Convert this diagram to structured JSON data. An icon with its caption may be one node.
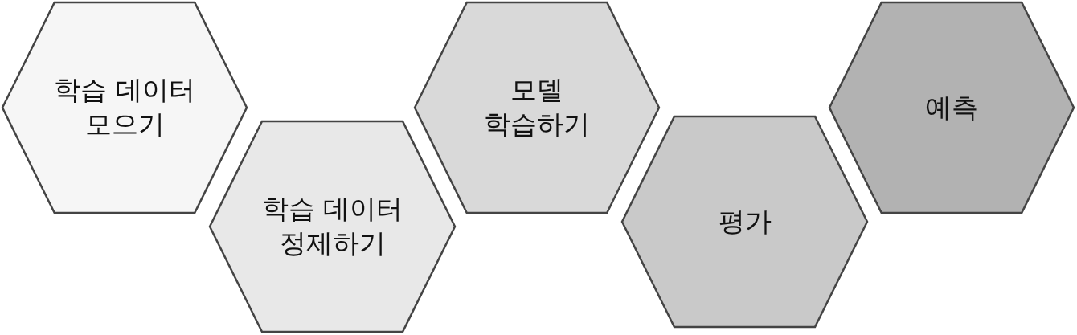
{
  "diagram": {
    "nodes": [
      {
        "text": [
          "학습 데이터 모으기"
        ]
      },
      {
        "text": [
          "학습 데이터 정제하기"
        ]
      },
      {
        "text": [
          "모델 학습하기"
        ]
      },
      {
        "text": [
          "평가"
        ]
      },
      {
        "text": [
          "예측"
        ]
      }
    ],
    "edges": []
  }
}
